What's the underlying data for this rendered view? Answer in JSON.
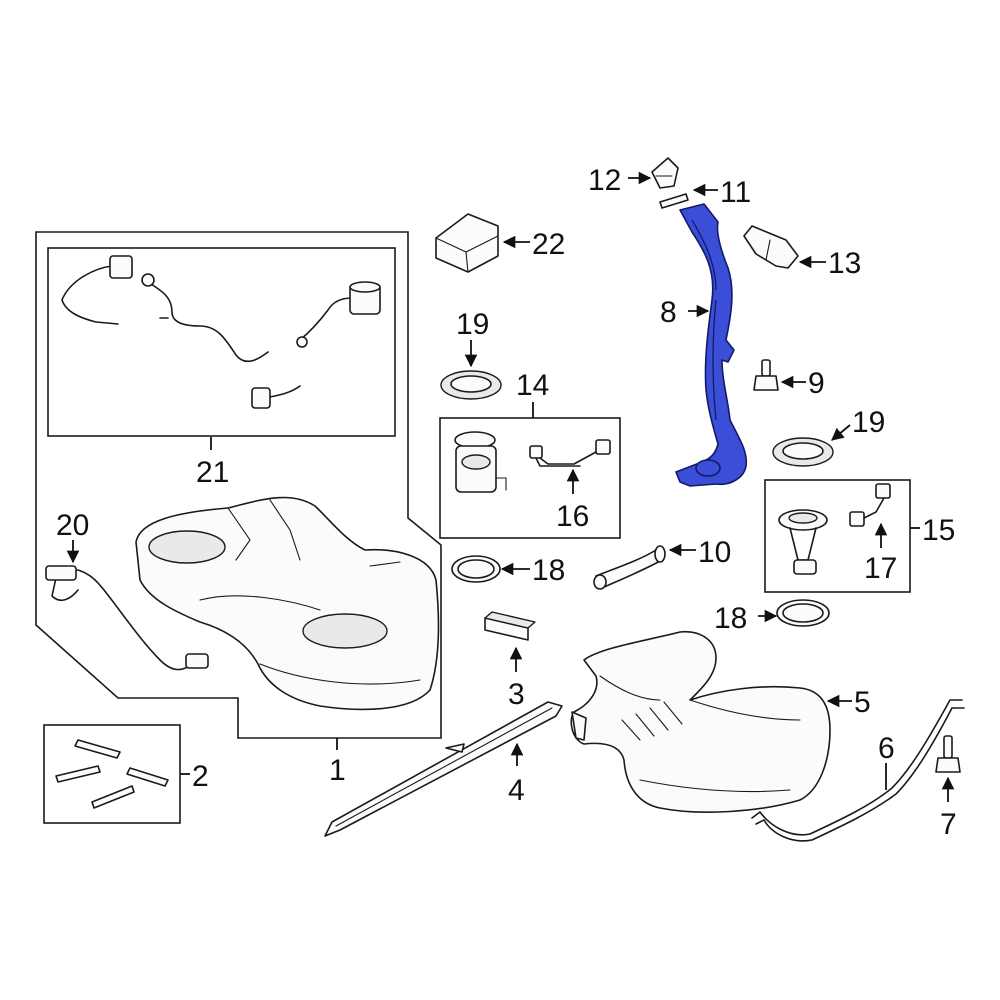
{
  "diagram": {
    "highlight_color": "#3a4ed8",
    "callouts": {
      "c1": "1",
      "c2": "2",
      "c3": "3",
      "c4": "4",
      "c5": "5",
      "c6": "6",
      "c7": "7",
      "c8": "8",
      "c9": "9",
      "c10": "10",
      "c11": "11",
      "c12": "12",
      "c13": "13",
      "c14": "14",
      "c15": "15",
      "c16": "16",
      "c17": "17",
      "c18a": "18",
      "c18b": "18",
      "c19a": "19",
      "c19b": "19",
      "c20": "20",
      "c21": "21",
      "c22": "22"
    }
  }
}
